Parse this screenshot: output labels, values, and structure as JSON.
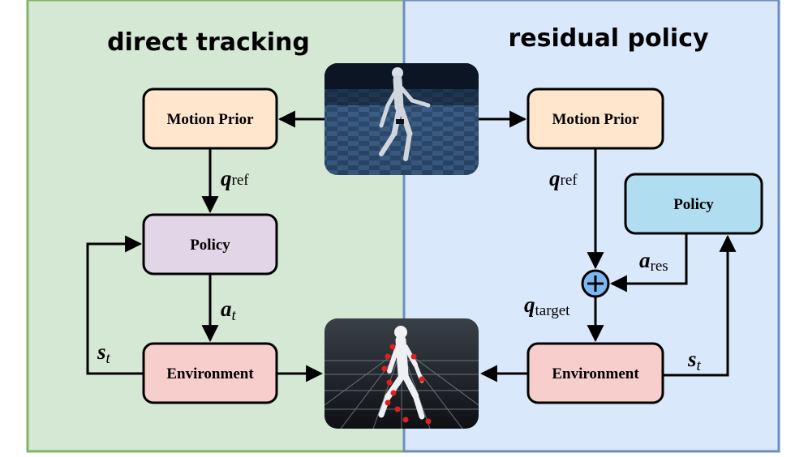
{
  "panels": {
    "left": {
      "title": "direct tracking",
      "bg": "#d5e8d4",
      "border": "#82b366"
    },
    "right": {
      "title": "residual policy",
      "bg": "#dae8fc",
      "border": "#6c8ebf"
    }
  },
  "left": {
    "motion_prior": "Motion Prior",
    "policy": "Policy",
    "environment": "Environment",
    "q_ref": {
      "sym": "q",
      "sub": "ref"
    },
    "a_t": {
      "sym": "a",
      "sub": "t"
    },
    "s_t": {
      "sym": "s",
      "sub": "t"
    }
  },
  "right": {
    "motion_prior": "Motion Prior",
    "policy": "Policy",
    "environment": "Environment",
    "q_ref": {
      "sym": "q",
      "sub": "ref"
    },
    "a_res": {
      "sym": "a",
      "sub": "res"
    },
    "q_target": {
      "sym": "q",
      "sub": "target"
    },
    "s_t": {
      "sym": "s",
      "sub": "t"
    }
  },
  "colors": {
    "motion_prior": "#ffe6cc",
    "policy_left": "#e1d5e7",
    "policy_right": "#b1ddf0",
    "environment": "#f8cecc",
    "sum_node": "#7eb6f0",
    "arrow": "#000000"
  },
  "images": {
    "top": "robot-walking-render",
    "bottom": "robot-keypoints-render"
  }
}
